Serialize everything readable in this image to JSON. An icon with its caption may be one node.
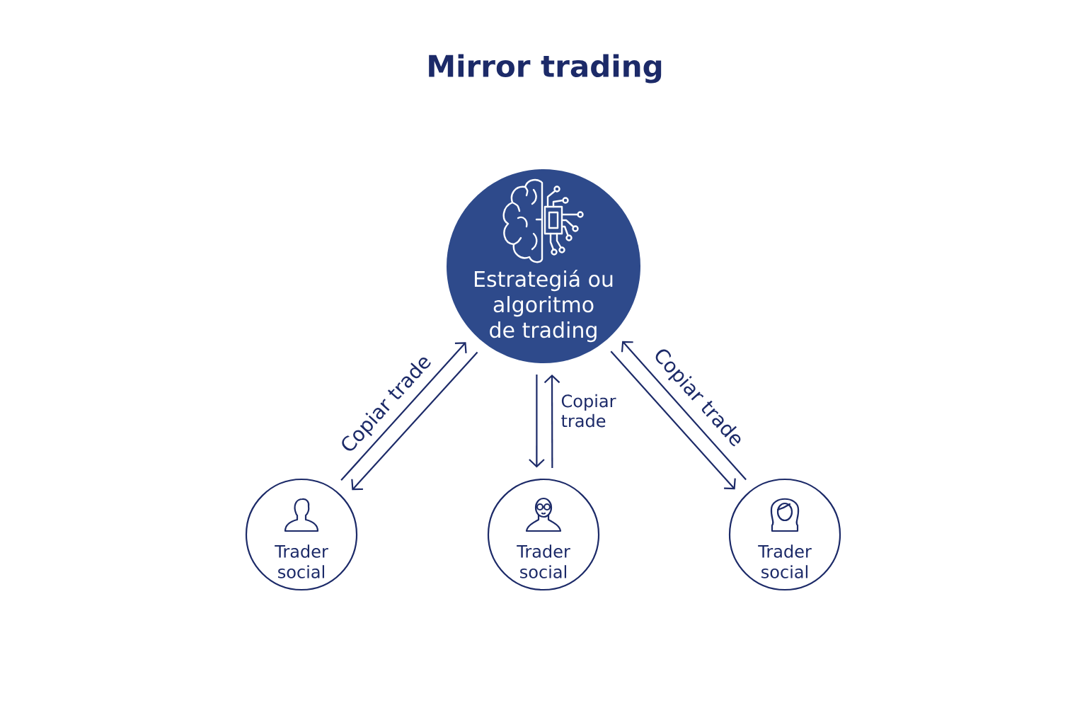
{
  "diagram": {
    "title": "Mirror trading",
    "nodes": [
      {
        "text": [
          "Estrategiá ou algoritmo de trading"
        ]
      },
      {
        "text": [
          "Trader social"
        ]
      },
      {
        "text": [
          "Trader social"
        ]
      },
      {
        "text": [
          "Trader social"
        ]
      }
    ],
    "edges": [
      {
        "from": 1,
        "to": 0,
        "arrow": "to",
        "label": "Copiar trade"
      },
      {
        "from": 0,
        "to": 1,
        "arrow": "to"
      },
      {
        "from": 2,
        "to": 0,
        "arrow": "to",
        "label": "Copiar trade"
      },
      {
        "from": 0,
        "to": 2,
        "arrow": "to"
      },
      {
        "from": 3,
        "to": 0,
        "arrow": "to",
        "label": "Copiar trade"
      },
      {
        "from": 0,
        "to": 3,
        "arrow": "to"
      }
    ]
  }
}
